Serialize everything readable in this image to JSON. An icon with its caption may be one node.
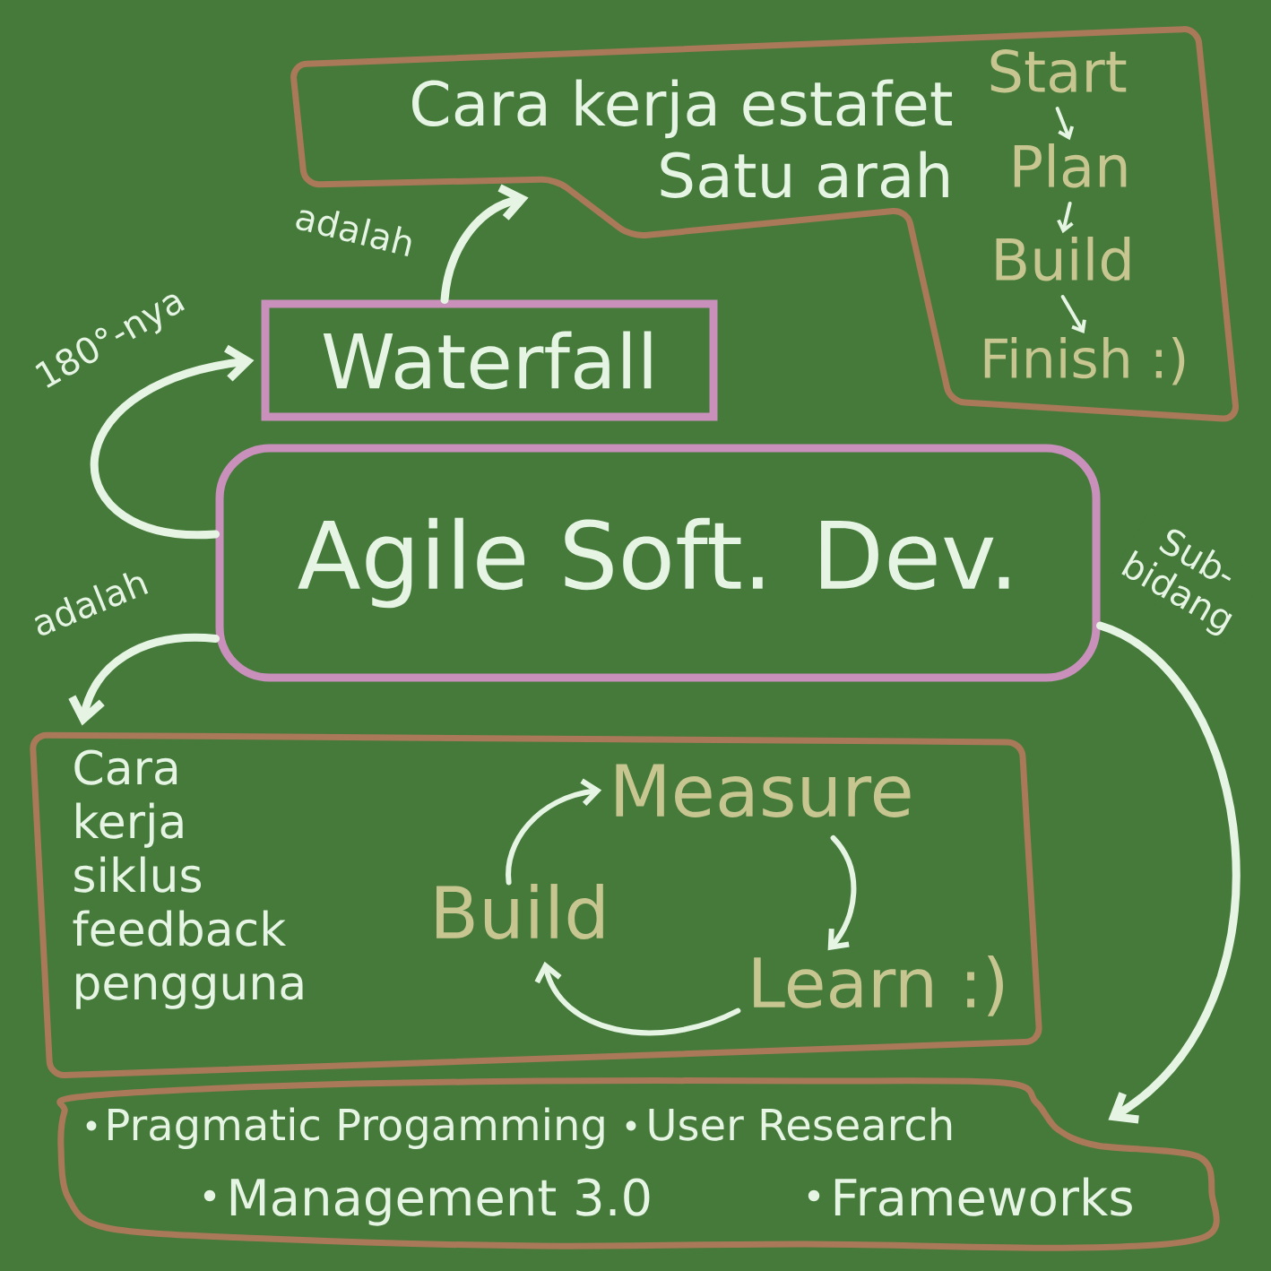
{
  "diagram": {
    "nodes": [
      {
        "text": [
          "Cara kerja estafet Satu arah"
        ]
      },
      {
        "text": [
          "Start"
        ],
        "in": 0
      },
      {
        "text": [
          "Plan"
        ],
        "in": 0
      },
      {
        "text": [
          "Build"
        ],
        "in": 0
      },
      {
        "text": [
          "Finish :)"
        ],
        "in": 0
      },
      {
        "text": [
          "Waterfall"
        ]
      },
      {
        "text": [
          "Agile Soft. Dev."
        ]
      },
      {
        "text": [
          "Cara kerja siklus feedback pengguna"
        ]
      },
      {
        "text": [
          "Measure"
        ],
        "in": 7
      },
      {
        "text": [
          "Learn :)"
        ],
        "in": 7
      },
      {
        "text": [
          "Build"
        ],
        "in": 7
      },
      {
        "text": [
          "Pragmatic Progamming",
          "User Research",
          "Management 3.0",
          "Frameworks"
        ]
      }
    ],
    "edges": [
      {
        "from": 1,
        "to": 2,
        "arrow": "to"
      },
      {
        "from": 2,
        "to": 3,
        "arrow": "to"
      },
      {
        "from": 3,
        "to": 4,
        "arrow": "to"
      },
      {
        "from": 5,
        "to": 0,
        "arrow": "to",
        "label": "adalah"
      },
      {
        "from": 6,
        "to": 5,
        "arrow": "to",
        "label": "180°-nya"
      },
      {
        "from": 6,
        "to": 7,
        "arrow": "to",
        "label": "adalah"
      },
      {
        "from": 6,
        "to": 11,
        "arrow": "to",
        "label": "Sub- bidang"
      },
      {
        "from": 10,
        "to": 8,
        "arrow": "to"
      },
      {
        "from": 8,
        "to": 9,
        "arrow": "to"
      },
      {
        "from": 9,
        "to": 10,
        "arrow": "to"
      }
    ]
  }
}
